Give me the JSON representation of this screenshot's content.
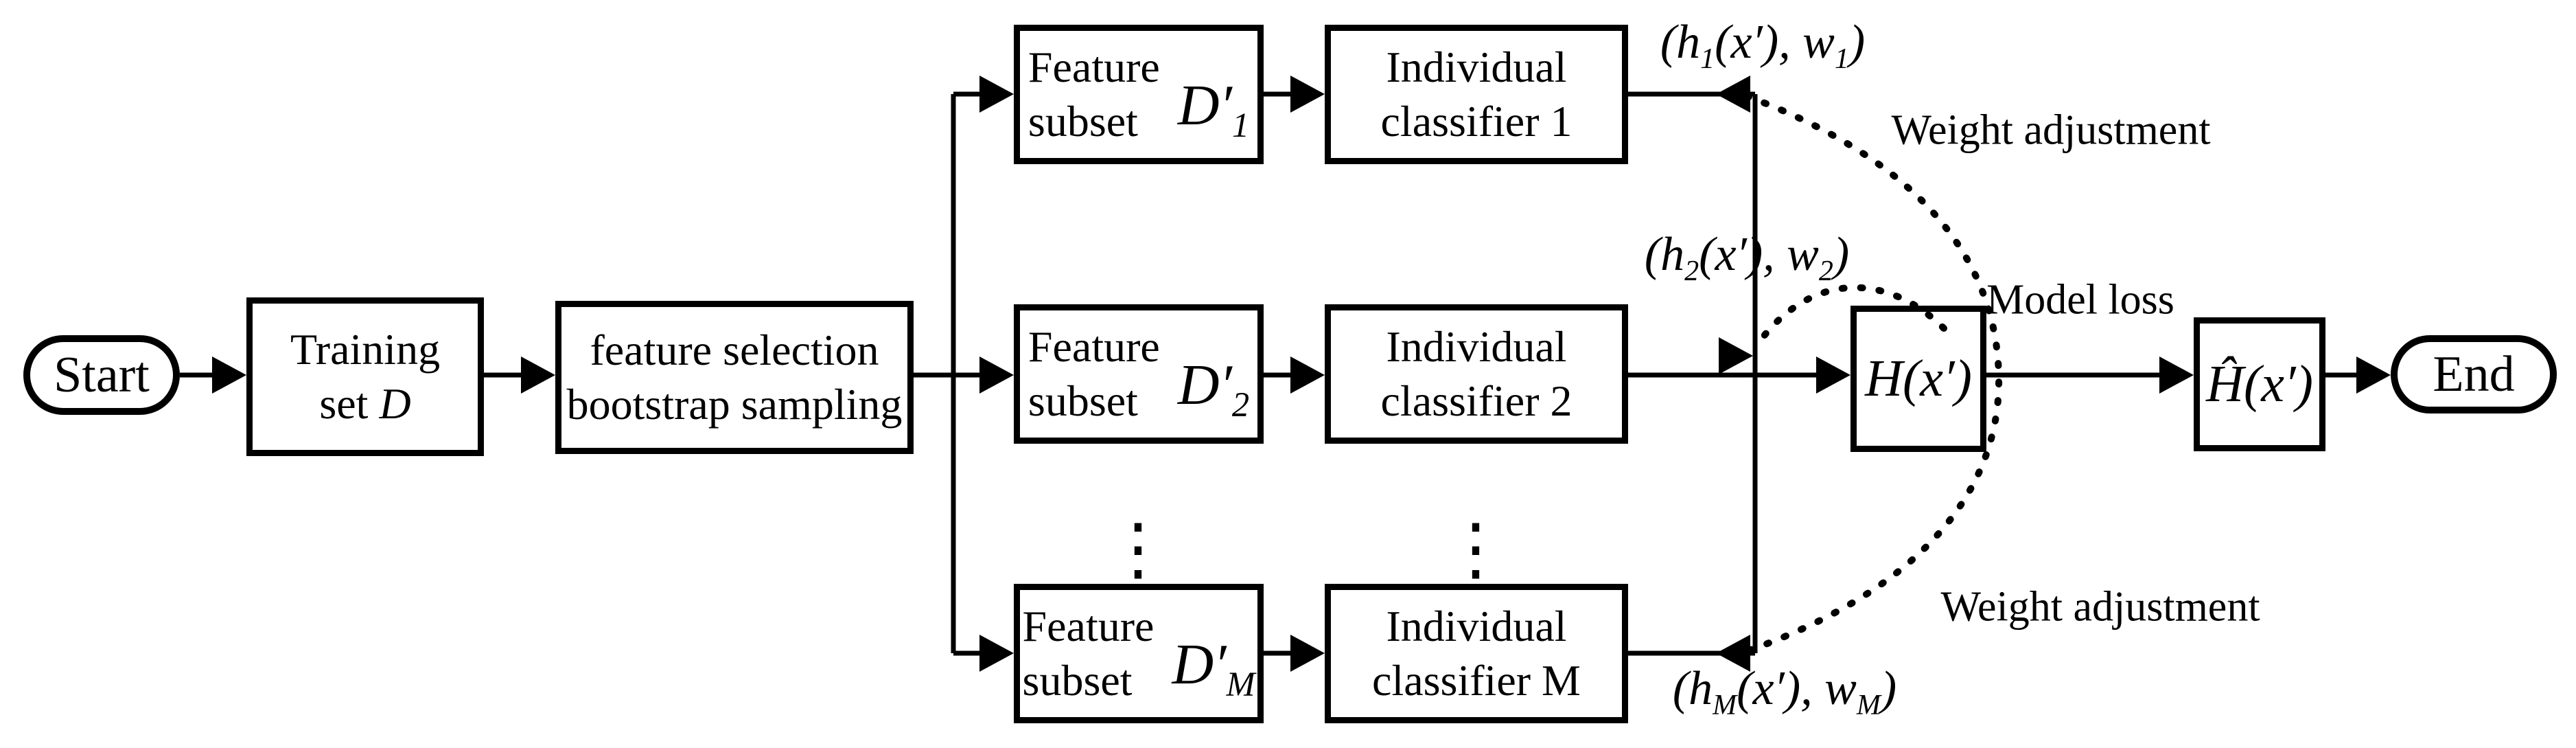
{
  "diagram": {
    "type": "flowchart",
    "colors": {
      "stroke": "#000000",
      "background": "#ffffff"
    },
    "nodes": {
      "start": "Start",
      "training": {
        "line1": "Training",
        "line2": "set *D*"
      },
      "sampling": {
        "line1": "feature selection",
        "line2": "bootstrap sampling"
      },
      "subsets": [
        {
          "line1": "Feature",
          "line2": "subset",
          "symbol": "*D′_{1}*"
        },
        {
          "line1": "Feature",
          "line2": "subset",
          "symbol": "*D′_{2}*"
        },
        {
          "line1": "Feature",
          "line2": "subset",
          "symbol": "*D′_{M}*"
        }
      ],
      "classifiers": [
        {
          "line1": "Individual",
          "line2": "classifier 1"
        },
        {
          "line1": "Individual",
          "line2": "classifier 2"
        },
        {
          "line1": "Individual",
          "line2": "classifier M"
        }
      ],
      "combiner": "*H(x′)*",
      "final_output": "*Ĥ(x′)*",
      "end": "End"
    },
    "labels": {
      "output1": "*(h_{1}(x′), w_{1})*",
      "output2": "*(h_{2}(x′), w_{2})*",
      "outputM": "*(h_{M}(x′), w_{M})*",
      "weight_adjustment_top": "Weight adjustment",
      "weight_adjustment_bottom": "Weight adjustment",
      "model_loss": "Model loss",
      "ellipsis": "⋮"
    }
  }
}
